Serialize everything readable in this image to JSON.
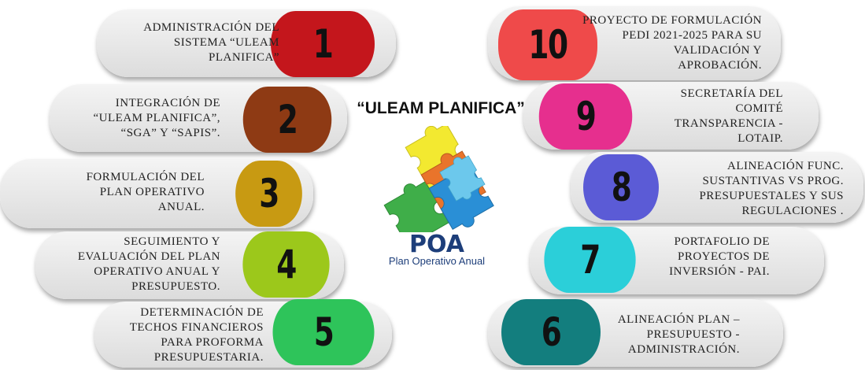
{
  "title": "“ULEAM PLANIFICA”",
  "logo": {
    "word": "POA",
    "subtitle": "Plan Operativo Anual",
    "colors": [
      "#3fae49",
      "#f3e930",
      "#e9742b",
      "#2a8fd6",
      "#6cc8ec"
    ]
  },
  "items": [
    {
      "number": "1",
      "text": "ADMINISTRACIÓN DEL\nSISTEMA “ULEAM\nPLANIFICA”",
      "color": "#c4161c"
    },
    {
      "number": "2",
      "text": "INTEGRACIÓN DE\n“ULEAM PLANIFICA”,\n“SGA” Y “SAPIS”.",
      "color": "#8e3a14"
    },
    {
      "number": "3",
      "text": "FORMULACIÓN DEL\nPLAN OPERATIVO\nANUAL.",
      "color": "#c89a12"
    },
    {
      "number": "4",
      "text": "SEGUIMIENTO Y\nEVALUACIÓN DEL PLAN\nOPERATIVO ANUAL Y\nPRESUPUESTO.",
      "color": "#9cc81b"
    },
    {
      "number": "5",
      "text": "DETERMINACIÓN DE\nTECHOS FINANCIEROS\nPARA PROFORMA\nPRESUPUESTARIA.",
      "color": "#2ec45a"
    },
    {
      "number": "6",
      "text": "ALINEACIÓN PLAN –\nPRESUPUESTO -\nADMINISTRACIÓN.",
      "color": "#137e7e"
    },
    {
      "number": "7",
      "text": "PORTAFOLIO DE\nPROYECTOS DE\nINVERSIÓN - PAI.",
      "color": "#2bcfd9"
    },
    {
      "number": "8",
      "text": "ALINEACIÓN FUNC.\nSUSTANTIVAS vs PROG.\nPRESUPUESTALES Y SUS\nREGULACIONES .",
      "color": "#5b5bd6"
    },
    {
      "number": "9",
      "text": "SECRETARÍA DEL\nCOMITÉ\nTRANSPARENCIA -\nLOTAIP.",
      "color": "#e62f8e"
    },
    {
      "number": "10",
      "text": "PROYECTO DE FORMULACIÓN\nPEDI 2021-2025 PARA SU\nVALIDACIÓN Y\nAPROBACIÓN.",
      "color": "#ef4a4a"
    }
  ]
}
